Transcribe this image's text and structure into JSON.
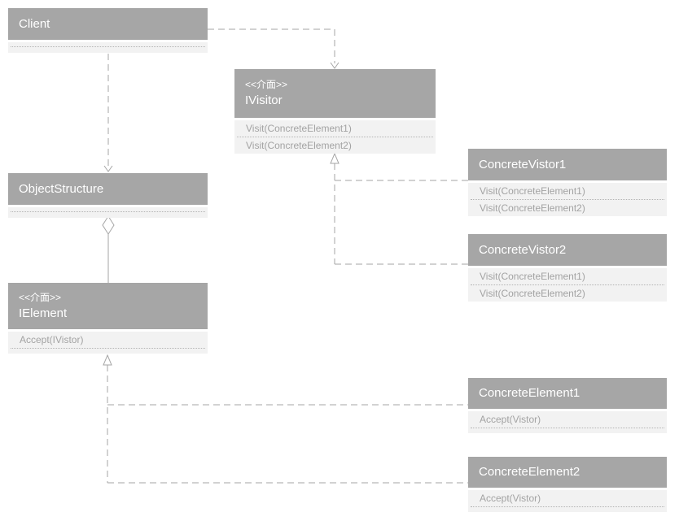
{
  "classes": {
    "client": {
      "title": "Client"
    },
    "ivisitor": {
      "stereotype": "<<介面>>",
      "title": "IVisitor",
      "methods": [
        "Visit(ConcreteElement1)",
        "Visit(ConcreteElement2)"
      ]
    },
    "objectstructure": {
      "title": "ObjectStructure"
    },
    "ielement": {
      "stereotype": "<<介面>>",
      "title": "IElement",
      "methods": [
        "Accept(IVistor)"
      ]
    },
    "concretevistor1": {
      "title": "ConcreteVistor1",
      "methods": [
        "Visit(ConcreteElement1)",
        "Visit(ConcreteElement2)"
      ]
    },
    "concretevistor2": {
      "title": "ConcreteVistor2",
      "methods": [
        "Visit(ConcreteElement1)",
        "Visit(ConcreteElement2)"
      ]
    },
    "concreteelement1": {
      "title": "ConcreteElement1",
      "methods": [
        "Accept(Vistor)"
      ]
    },
    "concreteelement2": {
      "title": "ConcreteElement2",
      "methods": [
        "Accept(Vistor)"
      ]
    }
  },
  "relationships": [
    {
      "from": "Client",
      "to": "IVisitor",
      "type": "dependency-dashed-arrow"
    },
    {
      "from": "Client",
      "to": "ObjectStructure",
      "type": "dependency-dashed-arrow"
    },
    {
      "from": "ObjectStructure",
      "to": "IElement",
      "type": "aggregation-open-diamond"
    },
    {
      "from": "ConcreteVistor1",
      "to": "IVisitor",
      "type": "realization-dashed-hollow-triangle"
    },
    {
      "from": "ConcreteVistor2",
      "to": "IVisitor",
      "type": "realization-dashed-hollow-triangle"
    },
    {
      "from": "ConcreteElement1",
      "to": "IElement",
      "type": "realization-dashed-hollow-triangle"
    },
    {
      "from": "ConcreteElement2",
      "to": "IElement",
      "type": "realization-dashed-hollow-triangle"
    }
  ],
  "colors": {
    "header_bg": "#a6a6a6",
    "header_text": "#ffffff",
    "body_bg": "#f2f2f2",
    "method_text": "#a3a3a3",
    "separator": "#b3b3b3",
    "connector": "#a6a6a6",
    "page_bg": "#ffffff"
  }
}
